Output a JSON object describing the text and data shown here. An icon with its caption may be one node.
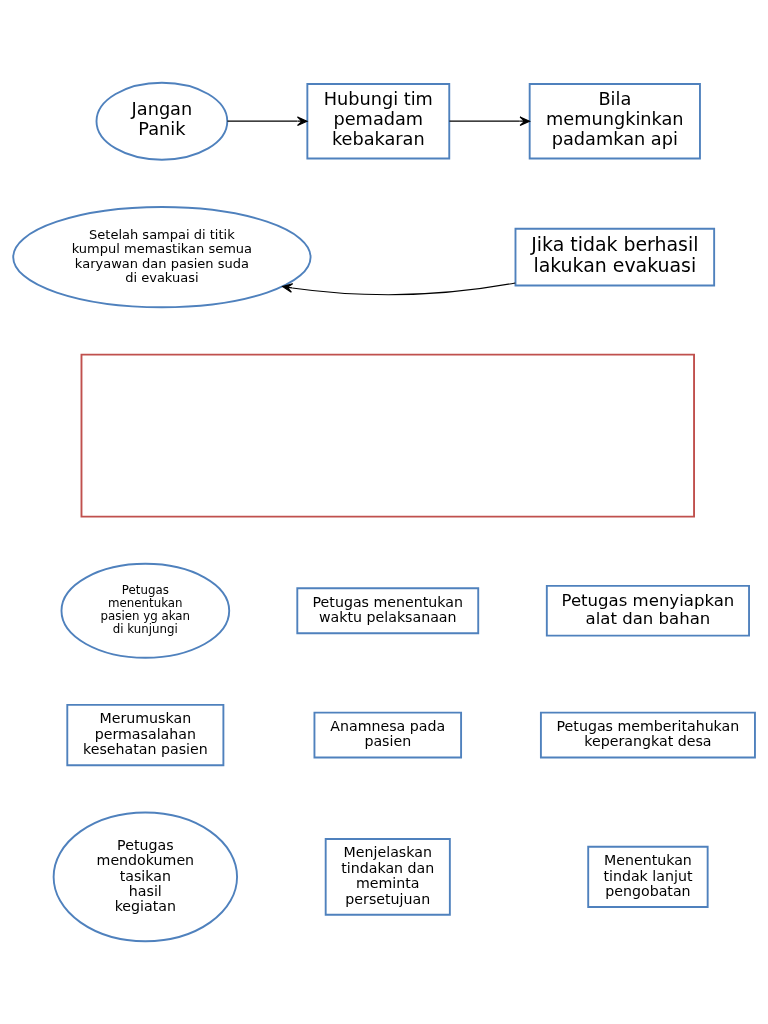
{
  "diagram": {
    "nodes": [
      {
        "text": [
          "Jangan Panik"
        ]
      },
      {
        "text": [
          "Hubungi tim pemadam kebakaran"
        ]
      },
      {
        "text": [
          "Bila memungkinkan padamkan api"
        ]
      },
      {
        "text": [
          "Setelah sampai di titik kumpul memastikan semua karyawan dan pasien suda di evakuasi"
        ]
      },
      {
        "text": [
          "Jika tidak berhasil lakukan evakuasi"
        ]
      },
      {
        "text": [],
        "shape": "box"
      },
      {
        "text": [
          "Petugas menentukan pasien yg akan di kunjungi"
        ]
      },
      {
        "text": [
          "Petugas menentukan waktu pelaksanaan"
        ]
      },
      {
        "text": [
          "Petugas menyiapkan alat dan bahan"
        ]
      },
      {
        "text": [
          "Merumuskan permasalahan kesehatan pasien"
        ]
      },
      {
        "text": [
          "Anamnesa pada pasien"
        ]
      },
      {
        "text": [
          "Petugas memberitahukan keperangkat desa"
        ]
      },
      {
        "text": [
          "Petugas mendokumen tasikan hasil kegiatan"
        ]
      },
      {
        "text": [
          "Menjelaskan tindakan dan meminta persetujuan"
        ]
      },
      {
        "text": [
          "Menentukan tindak lanjut pengobatan"
        ]
      }
    ],
    "edges": [
      {
        "from": 0,
        "to": 1,
        "arrow": "to"
      },
      {
        "from": 1,
        "to": 2,
        "arrow": "to"
      },
      {
        "from": 4,
        "to": 3,
        "arrow": "to"
      }
    ]
  }
}
